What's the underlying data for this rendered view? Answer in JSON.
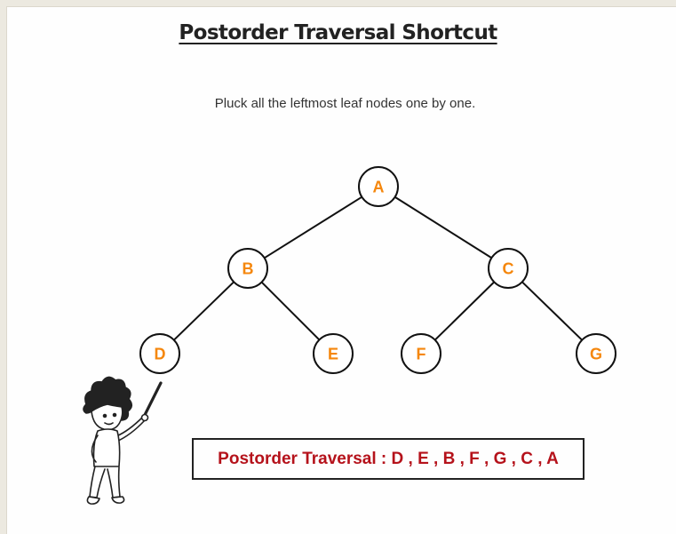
{
  "title": "Postorder Traversal Shortcut",
  "subtitle": "Pluck all the leftmost leaf nodes one by one.",
  "colors": {
    "node_label": "#f5870d",
    "result_text": "#b5121b",
    "line": "#111111"
  },
  "tree": {
    "nodes": [
      {
        "id": "A",
        "label": "A"
      },
      {
        "id": "B",
        "label": "B"
      },
      {
        "id": "C",
        "label": "C"
      },
      {
        "id": "D",
        "label": "D"
      },
      {
        "id": "E",
        "label": "E"
      },
      {
        "id": "F",
        "label": "F"
      },
      {
        "id": "G",
        "label": "G"
      }
    ],
    "edges": [
      [
        "A",
        "B"
      ],
      [
        "A",
        "C"
      ],
      [
        "B",
        "D"
      ],
      [
        "B",
        "E"
      ],
      [
        "C",
        "F"
      ],
      [
        "C",
        "G"
      ]
    ]
  },
  "result": {
    "label": "Postorder Traversal :",
    "sequence": "D , E , B , F , G , C , A"
  },
  "illustration": "person-pointing-stick"
}
